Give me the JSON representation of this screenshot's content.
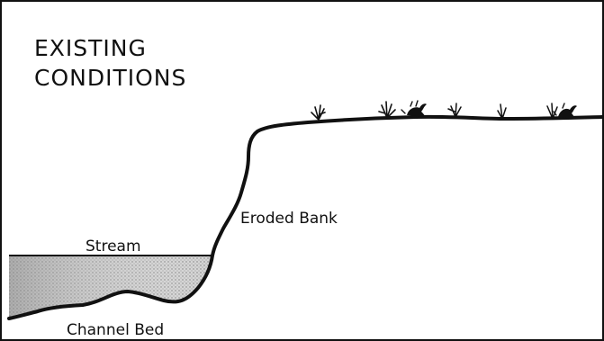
{
  "diagram": {
    "title_lines": [
      "EXISTING",
      "CONDITIONS"
    ],
    "labels": {
      "stream": "Stream",
      "eroded_bank": "Eroded Bank",
      "channel_bed": "Channel Bed"
    },
    "colors": {
      "outline": "#111111",
      "water": "#bdbdbd",
      "background": "#ffffff"
    },
    "vegetation_icons": [
      "plant-icon",
      "plant-icon",
      "bird-icon",
      "plant-icon",
      "plant-icon",
      "plant-icon",
      "bird-icon"
    ]
  }
}
